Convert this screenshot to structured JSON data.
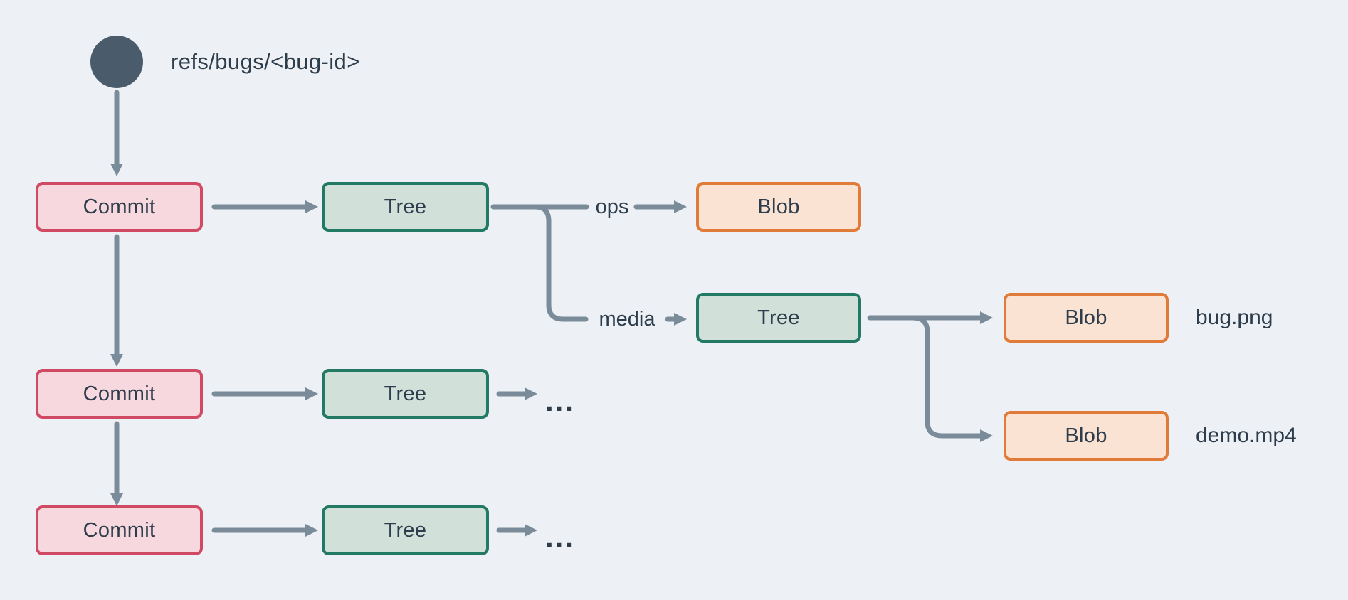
{
  "ref": {
    "label": "refs/bugs/<bug-id>"
  },
  "nodes": {
    "commit1": "Commit",
    "tree1": "Tree",
    "blob_ops": "Blob",
    "tree_media": "Tree",
    "blob_bug": "Blob",
    "blob_demo": "Blob",
    "commit2": "Commit",
    "tree_row2": "Tree",
    "commit3": "Commit",
    "tree_row3": "Tree"
  },
  "edge_labels": {
    "ops": "ops",
    "media": "media"
  },
  "file_labels": {
    "bug": "bug.png",
    "demo": "demo.mp4"
  },
  "ellipsis": {
    "row2": "...",
    "row3": "..."
  },
  "colors": {
    "bg": "#edf1f5",
    "text": "#2e3d4c",
    "line": "#7a8b99",
    "circle": "#4a5b6b",
    "commit_fill": "#f7d8de",
    "commit_border": "#d14a63",
    "tree_fill": "#d2e0da",
    "tree_border": "#227a64",
    "blob_fill": "#fbe3d4",
    "blob_border": "#e07b3a"
  }
}
